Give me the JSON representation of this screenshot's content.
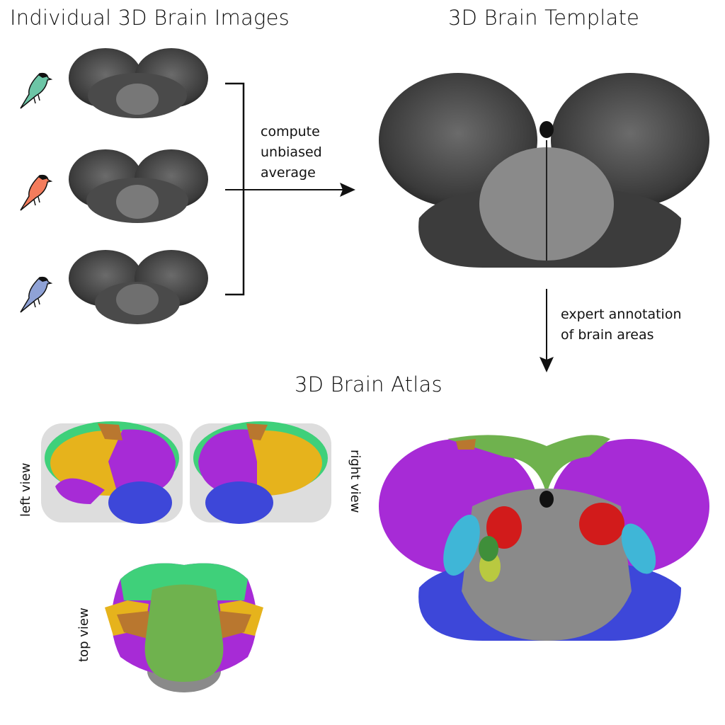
{
  "titles": {
    "individual": "Individual 3D Brain Images",
    "template": "3D Brain Template",
    "atlas": "3D Brain Atlas"
  },
  "steps": {
    "average": [
      "compute",
      "unbiased",
      "average"
    ],
    "annotation": [
      "expert annotation",
      "of brain areas"
    ]
  },
  "views": {
    "left": "left view",
    "right": "right view",
    "top": "top view"
  },
  "birds": [
    {
      "name": "green-bird",
      "color": "#6cc5a6"
    },
    {
      "name": "orange-bird",
      "color": "#f47c5c"
    },
    {
      "name": "blue-bird",
      "color": "#8fa2d6"
    }
  ],
  "region_colors": {
    "purple": "#a72bd6",
    "green": "#3fd07a",
    "olive_green": "#6fb24e",
    "yellow": "#e6b31c",
    "brown": "#b9772f",
    "blue": "#3d47d9",
    "red": "#d21b1b",
    "cyan": "#3fb6d7",
    "lime": "#b9c940"
  }
}
